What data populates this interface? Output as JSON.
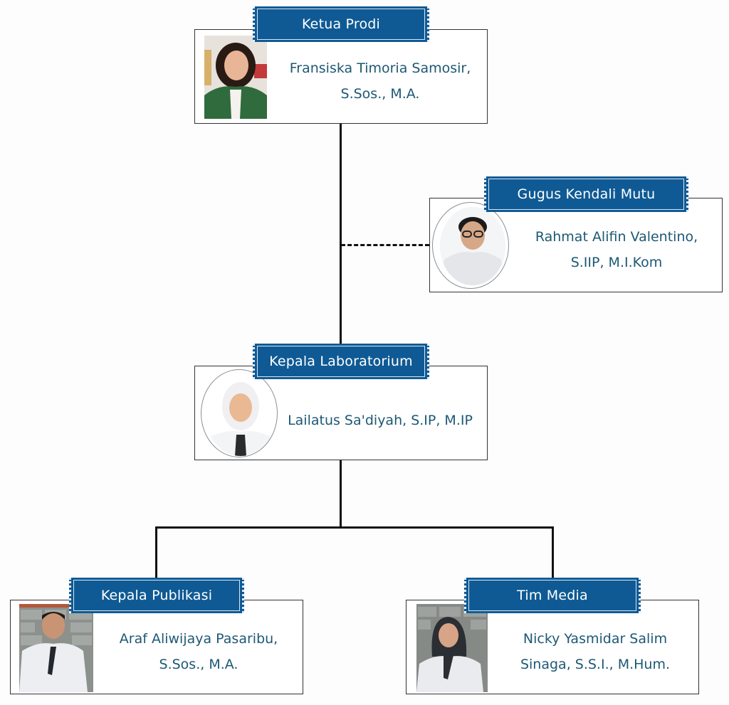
{
  "diagram": {
    "type": "organizational-chart",
    "nodes": [
      {
        "id": "ketua",
        "role": "Ketua Prodi",
        "name_line1": "Fransiska Timoria Samosir,",
        "name_line2": "S.Sos., M.A.",
        "photo": "portrait-woman-green-blazer"
      },
      {
        "id": "gkm",
        "role": "Gugus Kendali Mutu",
        "name_line1": "Rahmat Alifin Valentino,",
        "name_line2": "S.IIP, M.I.Kom",
        "photo": "portrait-man-glasses-white-shirt"
      },
      {
        "id": "kalab",
        "role": "Kepala Laboratorium",
        "name_line1": "Lailatus Sa'diyah, S.IP, M.IP",
        "name_line2": "",
        "photo": "portrait-woman-white-hijab-black-tie"
      },
      {
        "id": "publikasi",
        "role": "Kepala Publikasi",
        "name_line1": "Araf Aliwijaya Pasaribu,",
        "name_line2": "S.Sos., M.A.",
        "photo": "portrait-man-white-shirt-tie"
      },
      {
        "id": "media",
        "role": "Tim Media",
        "name_line1": "Nicky Yasmidar Salim",
        "name_line2": "Sinaga, S.S.I., M.Hum.",
        "photo": "portrait-woman-black-hijab"
      }
    ],
    "edges": [
      {
        "from": "ketua",
        "to": "kalab",
        "style": "solid"
      },
      {
        "from": "ketua",
        "to": "gkm",
        "style": "dashed"
      },
      {
        "from": "kalab",
        "to": "publikasi",
        "style": "solid"
      },
      {
        "from": "kalab",
        "to": "media",
        "style": "solid"
      }
    ]
  },
  "colors": {
    "label_bg": "#0f5a94",
    "label_text": "#ffffff",
    "name_text": "#1d5874",
    "connector": "#111111"
  }
}
